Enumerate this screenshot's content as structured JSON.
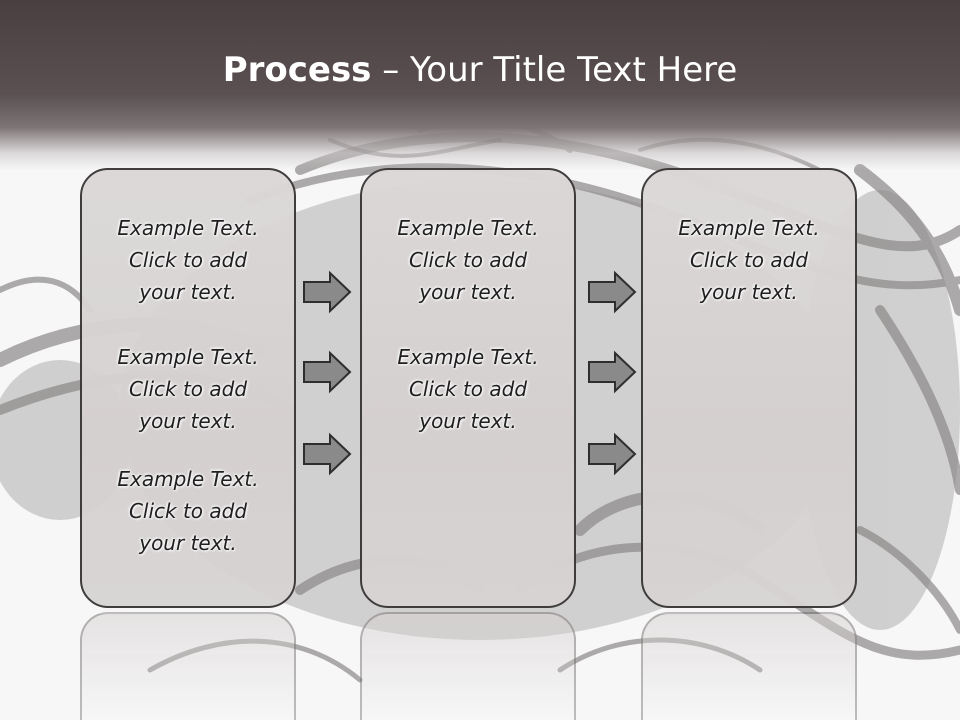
{
  "title": {
    "bold": "Process",
    "rest": " – Your Title Text Here"
  },
  "panels": [
    {
      "blocks": [
        {
          "line1": "Example Text.",
          "line2": "Click  to add",
          "line3": "your text."
        },
        {
          "line1": "Example Text.",
          "line2": "Click  to add",
          "line3": "your text."
        },
        {
          "line1": "Example Text.",
          "line2": "Click  to add",
          "line3": "your text."
        }
      ]
    },
    {
      "blocks": [
        {
          "line1": "Example Text.",
          "line2": "Click  to add",
          "line3": "your text."
        },
        {
          "line1": "Example Text.",
          "line2": "Click  to add",
          "line3": "your text."
        }
      ]
    },
    {
      "blocks": [
        {
          "line1": "Example Text.",
          "line2": "Click  to add",
          "line3": "your text."
        }
      ]
    }
  ],
  "arrow_icon": "right-arrow-icon",
  "colors": {
    "title_band": "#4a3f40",
    "panel_fill": "#d8d4d4",
    "panel_border": "#3b3838",
    "arrow_fill": "#8a8a8a",
    "arrow_stroke": "#2e2e2e"
  }
}
